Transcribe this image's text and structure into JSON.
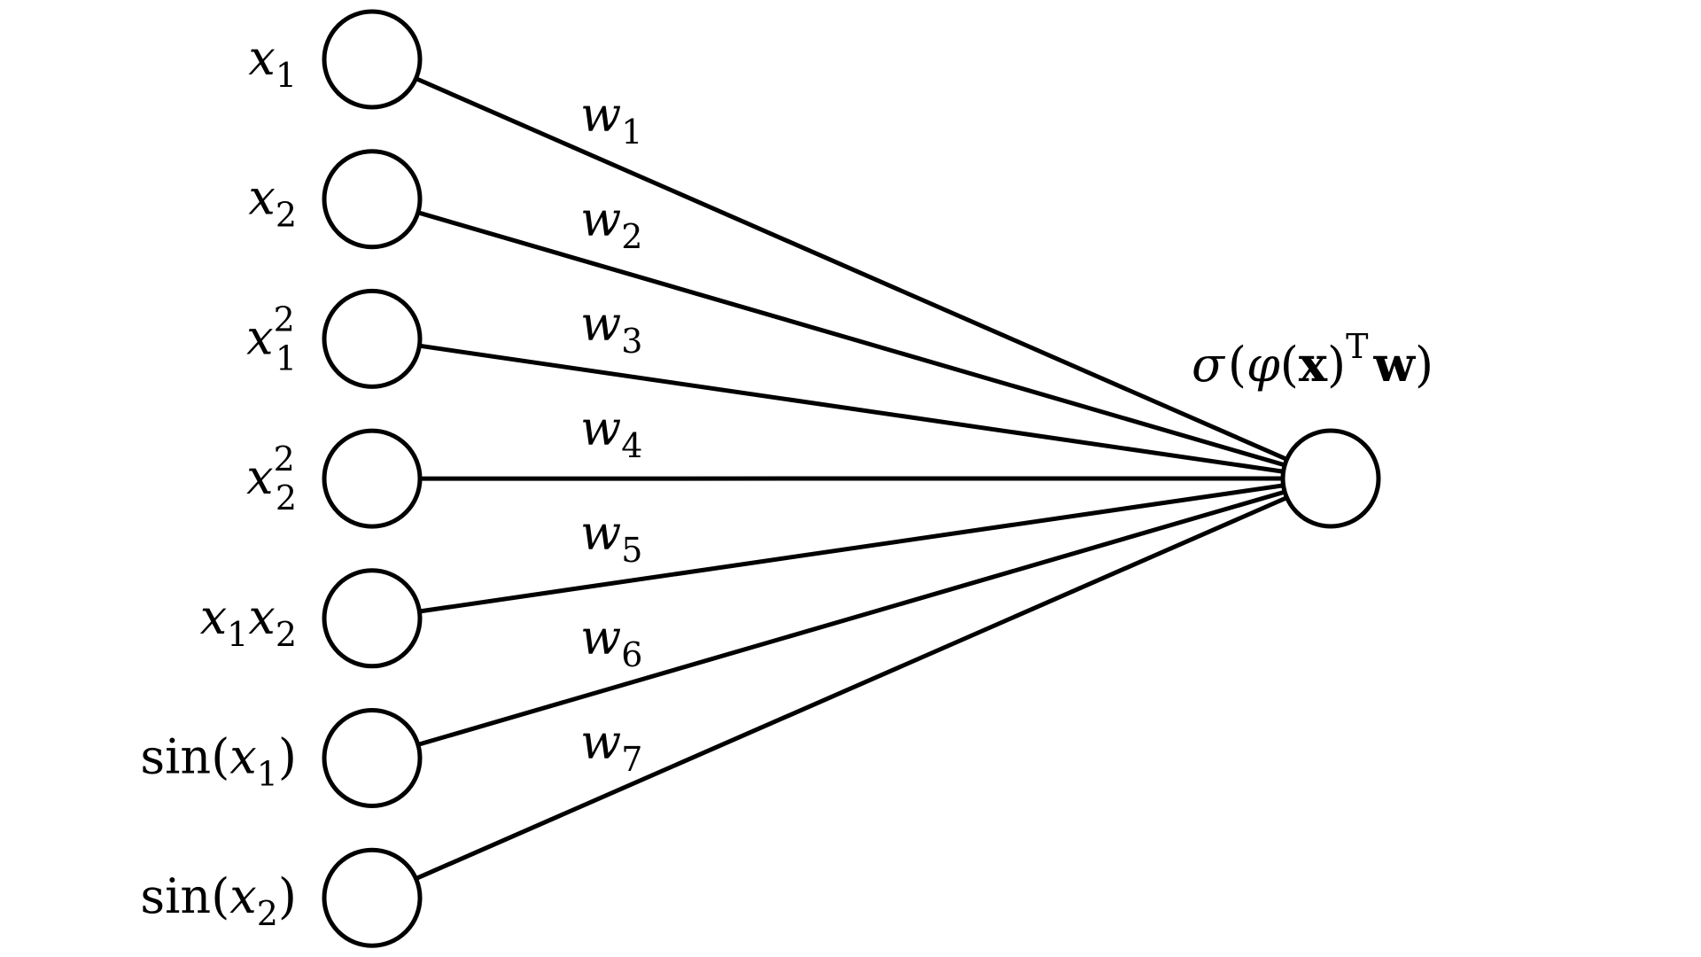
{
  "diagram": {
    "type": "single-layer perceptron / logistic regression with feature map",
    "inputs": [
      {
        "id": "x1",
        "base": "x",
        "sub": "1",
        "sup": "",
        "func": ""
      },
      {
        "id": "x2",
        "base": "x",
        "sub": "2",
        "sup": "",
        "func": ""
      },
      {
        "id": "x1sq",
        "base": "x",
        "sub": "1",
        "sup": "2",
        "func": ""
      },
      {
        "id": "x2sq",
        "base": "x",
        "sub": "2",
        "sup": "2",
        "func": ""
      },
      {
        "id": "x1x2",
        "base": "x",
        "sub": "1",
        "sup": "",
        "func": "",
        "second": {
          "base": "x",
          "sub": "2"
        }
      },
      {
        "id": "sinx1",
        "base": "x",
        "sub": "1",
        "sup": "",
        "func": "sin"
      },
      {
        "id": "sinx2",
        "base": "x",
        "sub": "2",
        "sup": "",
        "func": "sin"
      }
    ],
    "weights": [
      {
        "base": "w",
        "sub": "1"
      },
      {
        "base": "w",
        "sub": "2"
      },
      {
        "base": "w",
        "sub": "3"
      },
      {
        "base": "w",
        "sub": "4"
      },
      {
        "base": "w",
        "sub": "5"
      },
      {
        "base": "w",
        "sub": "6"
      },
      {
        "base": "w",
        "sub": "7"
      }
    ],
    "output": {
      "sigma": "σ",
      "phi": "φ",
      "x": "x",
      "T": "T",
      "w": "w",
      "open": "(",
      "close": ")"
    },
    "colors": {
      "stroke": "#000000",
      "background": "#ffffff"
    }
  }
}
